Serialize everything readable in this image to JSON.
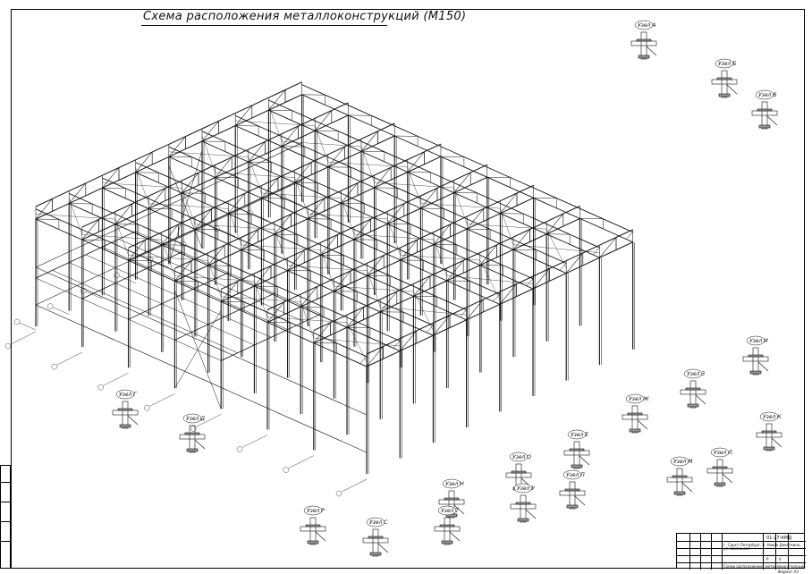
{
  "drawing": {
    "title": "Схема расположения металлоконструкций (М150)"
  },
  "details": [
    {
      "name": "detail-A",
      "label": "Узел А"
    },
    {
      "name": "detail-B",
      "label": "Узел Б"
    },
    {
      "name": "detail-V",
      "label": "Узел В"
    },
    {
      "name": "detail-G",
      "label": "Узел Г"
    },
    {
      "name": "detail-D",
      "label": "Узел Д"
    },
    {
      "name": "detail-E",
      "label": "Узел Е"
    },
    {
      "name": "detail-Zh",
      "label": "Узел Ж"
    },
    {
      "name": "detail-Z",
      "label": "Узел З"
    },
    {
      "name": "detail-I",
      "label": "Узел И"
    },
    {
      "name": "detail-K",
      "label": "Узел К"
    },
    {
      "name": "detail-L",
      "label": "Узел Л"
    },
    {
      "name": "detail-M",
      "label": "Узел М"
    },
    {
      "name": "detail-N",
      "label": "Узел Н"
    },
    {
      "name": "detail-O",
      "label": "Узел О"
    },
    {
      "name": "detail-P",
      "label": "Узел П"
    },
    {
      "name": "detail-R",
      "label": "Узел Р"
    },
    {
      "name": "detail-S",
      "label": "Узел С"
    },
    {
      "name": "detail-T",
      "label": "Узел Т"
    },
    {
      "name": "detail-U",
      "label": "Узел У"
    }
  ],
  "title_block": {
    "code": "01-27-КМД",
    "address_line1": "г. Санкт-Петербург, п. Новое Девяткино,",
    "address_line2": "ул. Школьная",
    "sheet_title": "Схема расположения металлоконструкций",
    "stage": "Р",
    "sheet": "4",
    "format": "Формат А3"
  },
  "colors": {
    "line": "#111111",
    "paper": "#ffffff"
  }
}
